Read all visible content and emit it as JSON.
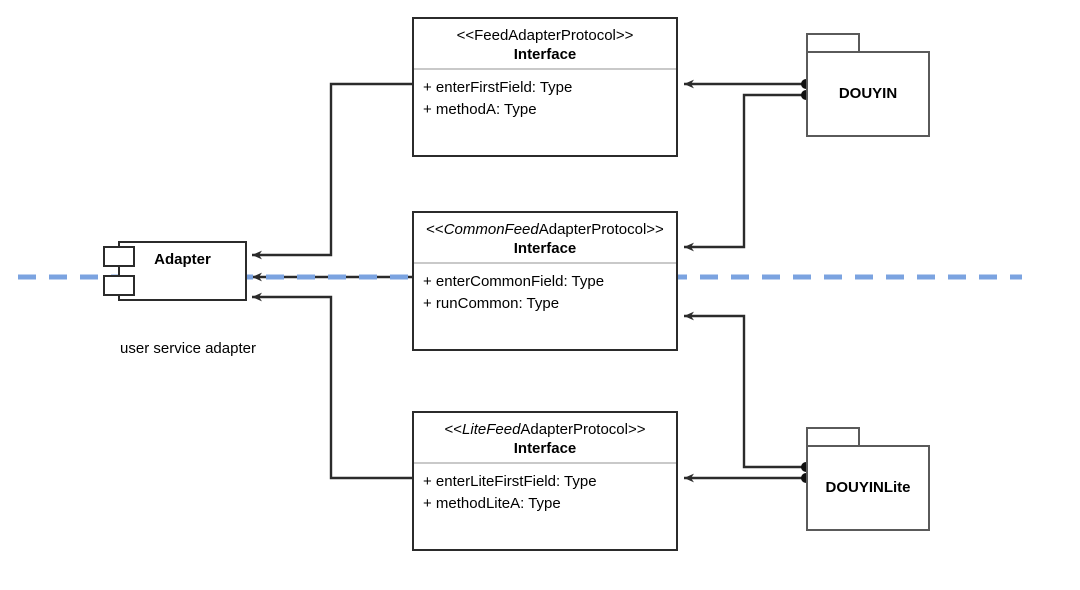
{
  "diagram": {
    "title": "UML component diagram - user service adapter",
    "background_color": "#ffffff",
    "stroke_color": "#2b2b2b",
    "package_stroke_color": "#5a5a5a",
    "divider_color": "#c9c9c9",
    "dashed_line_color": "#7ba3e0"
  },
  "component": {
    "name": "Adapter",
    "caption": "user service adapter",
    "ports": [
      "port-upper",
      "port-lower"
    ]
  },
  "interfaces": [
    {
      "id": "feed-adapter-protocol",
      "stereotype_prefix": "",
      "stereotype_emphasis": "",
      "stereotype_suffix": "<<FeedAdapterProtocol>>",
      "stereotype_full": "<<FeedAdapterProtocol>>",
      "kind": "Interface",
      "members": [
        "+ enterFirstField: Type",
        "+ methodA: Type"
      ]
    },
    {
      "id": "common-feed-adapter-protocol",
      "stereotype_prefix": "<<",
      "stereotype_emphasis": "CommonFeed",
      "stereotype_suffix": "AdapterProtocol>>",
      "stereotype_full": "<<CommonFeedAdapterProtocol>>",
      "kind": "Interface",
      "members": [
        "+ enterCommonField: Type",
        "+ runCommon: Type"
      ]
    },
    {
      "id": "lite-feed-adapter-protocol",
      "stereotype_prefix": "<<",
      "stereotype_emphasis": "LiteFeed",
      "stereotype_suffix": "AdapterProtocol>>",
      "stereotype_full": "<<LiteFeedAdapterProtocol>>",
      "kind": "Interface",
      "members": [
        "+ enterLiteFirstField: Type",
        "+ methodLiteA: Type"
      ]
    }
  ],
  "packages": [
    {
      "id": "douyin",
      "label": "DOUYIN"
    },
    {
      "id": "douyinlite",
      "label": "DOUYINLite"
    }
  ]
}
